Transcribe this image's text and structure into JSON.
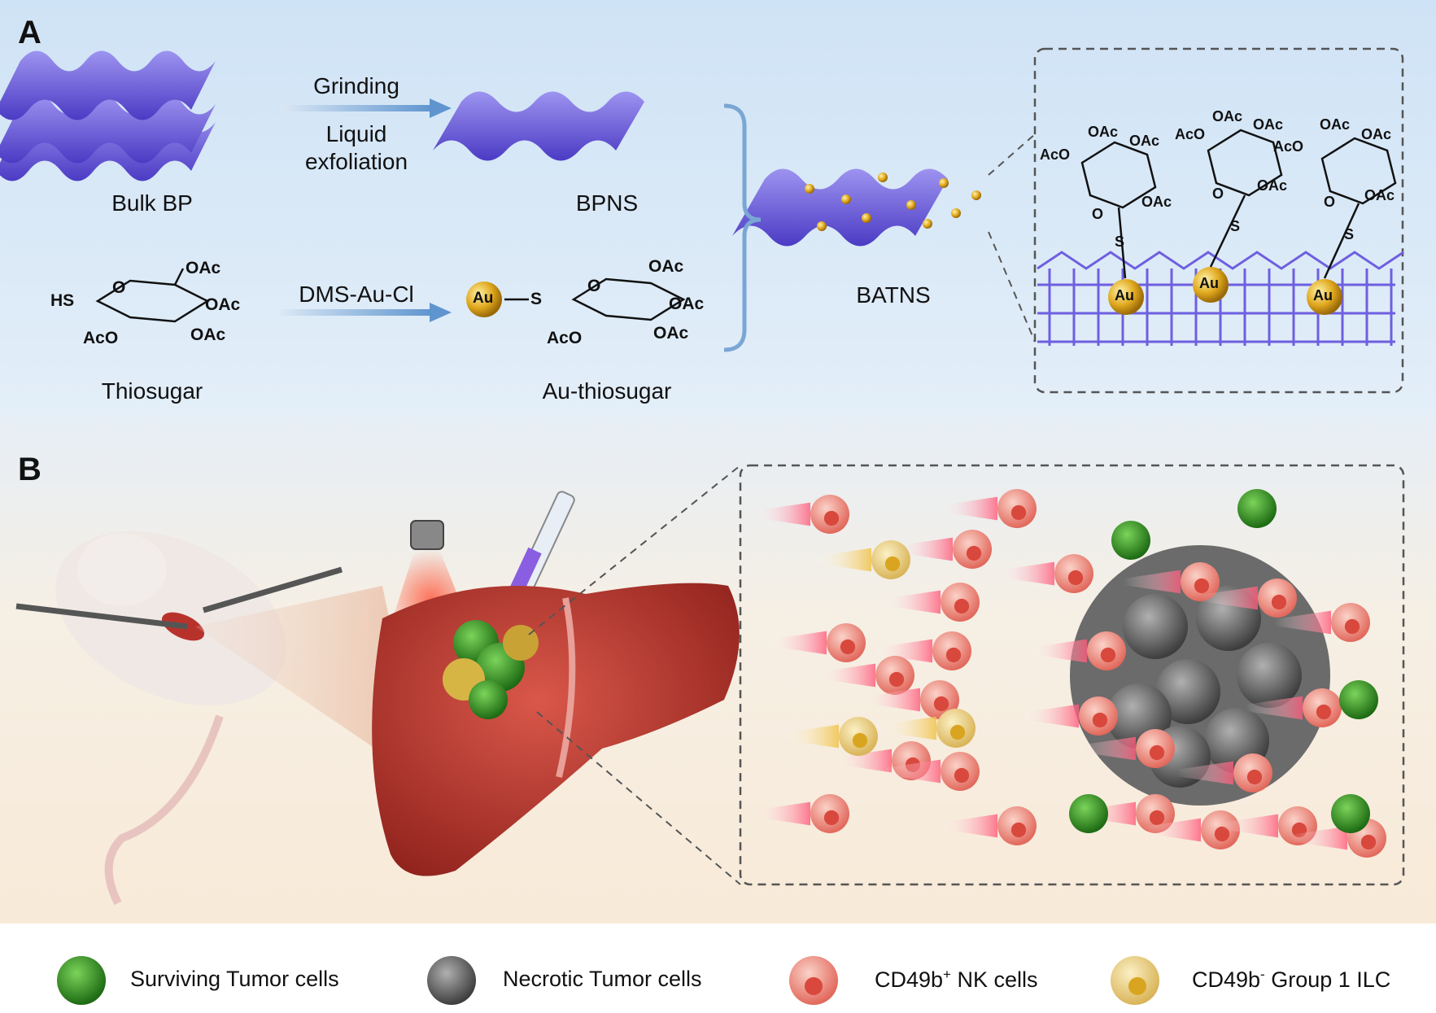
{
  "panel_a": {
    "letter": "A",
    "bulk_bp": "Bulk BP",
    "step_grind": "Grinding",
    "step_exfoliation": "Liquid exfoliation",
    "bpns": "BPNS",
    "batns": "BATNS",
    "thiosugar": "Thiosugar",
    "reagent": "DMS-Au-Cl",
    "au_thiosugar": "Au-thiosugar",
    "chem": {
      "oac": "OAc",
      "aco": "AcO",
      "hs": "HS",
      "s": "S",
      "o": "O",
      "au": "Au"
    }
  },
  "panel_b": {
    "letter": "B"
  },
  "legend": {
    "items": [
      {
        "label": "Surviving Tumor cells",
        "color": "#2e8a1f"
      },
      {
        "label": "Necrotic Tumor cells",
        "color": "#555555"
      },
      {
        "label": "CD49b",
        "sup": "+",
        "rest": " NK cells",
        "color": "#e8766c"
      },
      {
        "label": "CD49b",
        "sup": "-",
        "rest": " Group 1 ILC",
        "color": "#e6c46a"
      }
    ]
  },
  "colors": {
    "sheet": "#6e5fe0",
    "gold": "#d9a520",
    "arrow": "#6f9ed3",
    "liver": "#b8342c"
  }
}
